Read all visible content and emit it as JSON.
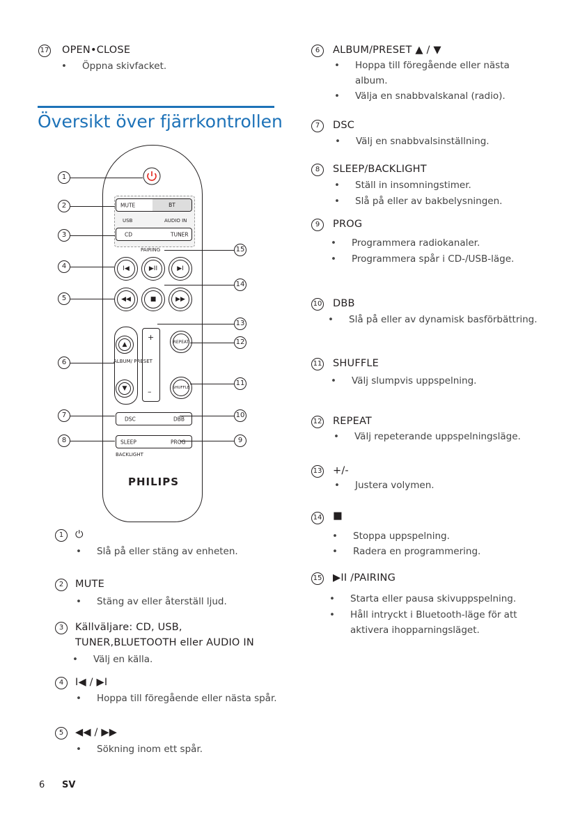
{
  "top_left": {
    "num": "17",
    "title": "OPEN•CLOSE",
    "bullets": [
      "Öppna skivfacket."
    ]
  },
  "heading": "Översikt över fjärrkontrollen",
  "remote": {
    "labels": {
      "mute": "MUTE",
      "bt": "BT",
      "usb": "USB",
      "audio_in": "AUDIO IN",
      "cd": "CD",
      "tuner": "TUNER",
      "pairing": "PAIRING",
      "album_preset": "ALBUM/ PRESET",
      "repeat": "REPEAT",
      "shuffle": "SHUFFLE",
      "plus": "+",
      "minus": "–",
      "dsc": "DSC",
      "dbb": "DBB",
      "sleep": "SLEEP",
      "prog": "PROG",
      "backlight": "BACKLIGHT",
      "brand": "PHILIPS"
    },
    "callouts_left": [
      "1",
      "2",
      "3",
      "4",
      "5",
      "6",
      "7",
      "8"
    ],
    "callouts_right": [
      "15",
      "14",
      "13",
      "12",
      "11",
      "10",
      "9"
    ]
  },
  "left_items": [
    {
      "num": "1",
      "title": "⏻",
      "bullets": [
        "Slå på eller stäng av enheten."
      ]
    },
    {
      "num": "2",
      "title": "MUTE",
      "bullets": [
        "Stäng av eller återställ ljud."
      ]
    },
    {
      "num": "3",
      "title": "Källväljare: CD, USB,",
      "title2": "TUNER,BLUETOOTH eller AUDIO IN",
      "bullets": [
        "Välj en källa."
      ]
    },
    {
      "num": "4",
      "title": "I◀ / ▶I",
      "bullets": [
        "Hoppa till föregående eller nästa spår."
      ]
    },
    {
      "num": "5",
      "title": "◀◀ / ▶▶",
      "bullets": [
        "Sökning inom ett spår."
      ]
    }
  ],
  "right_items": [
    {
      "num": "6",
      "title": "ALBUM/PRESET ▲ / ▼",
      "bullets": [
        "Hoppa till föregående eller nästa",
        "album.",
        "Välja en snabbvalskanal (radio)."
      ]
    },
    {
      "num": "7",
      "title": "DSC",
      "bullets": [
        "Välj en snabbvalsinställning."
      ]
    },
    {
      "num": "8",
      "title": "SLEEP/BACKLIGHT",
      "bullets": [
        "Ställ in insomningstimer.",
        "Slå på eller av bakbelysningen."
      ]
    },
    {
      "num": "9",
      "title": "PROG",
      "bullets": [
        "Programmera radiokanaler.",
        "Programmera spår i CD-/USB-läge."
      ]
    },
    {
      "num": "10",
      "title": "DBB",
      "bullets": [
        "Slå på eller av dynamisk basförbättring."
      ]
    },
    {
      "num": "11",
      "title": "SHUFFLE",
      "bullets": [
        "Välj slumpvis uppspelning."
      ]
    },
    {
      "num": "12",
      "title": "REPEAT",
      "bullets": [
        "Välj repeterande uppspelningsläge."
      ]
    },
    {
      "num": "13",
      "title": "+/-",
      "bullets": [
        "Justera volymen."
      ]
    },
    {
      "num": "14",
      "title": "■",
      "bullets": [
        "Stoppa uppspelning.",
        "Radera en programmering."
      ]
    },
    {
      "num": "15",
      "title": "▶II  /PAIRING",
      "bullets": [
        "Starta eller pausa skivuppspelning.",
        "Håll intryckt i Bluetooth-läge för att",
        "aktivera ihopparningsläget."
      ]
    }
  ],
  "footer": {
    "page": "6",
    "lang": "SV"
  }
}
